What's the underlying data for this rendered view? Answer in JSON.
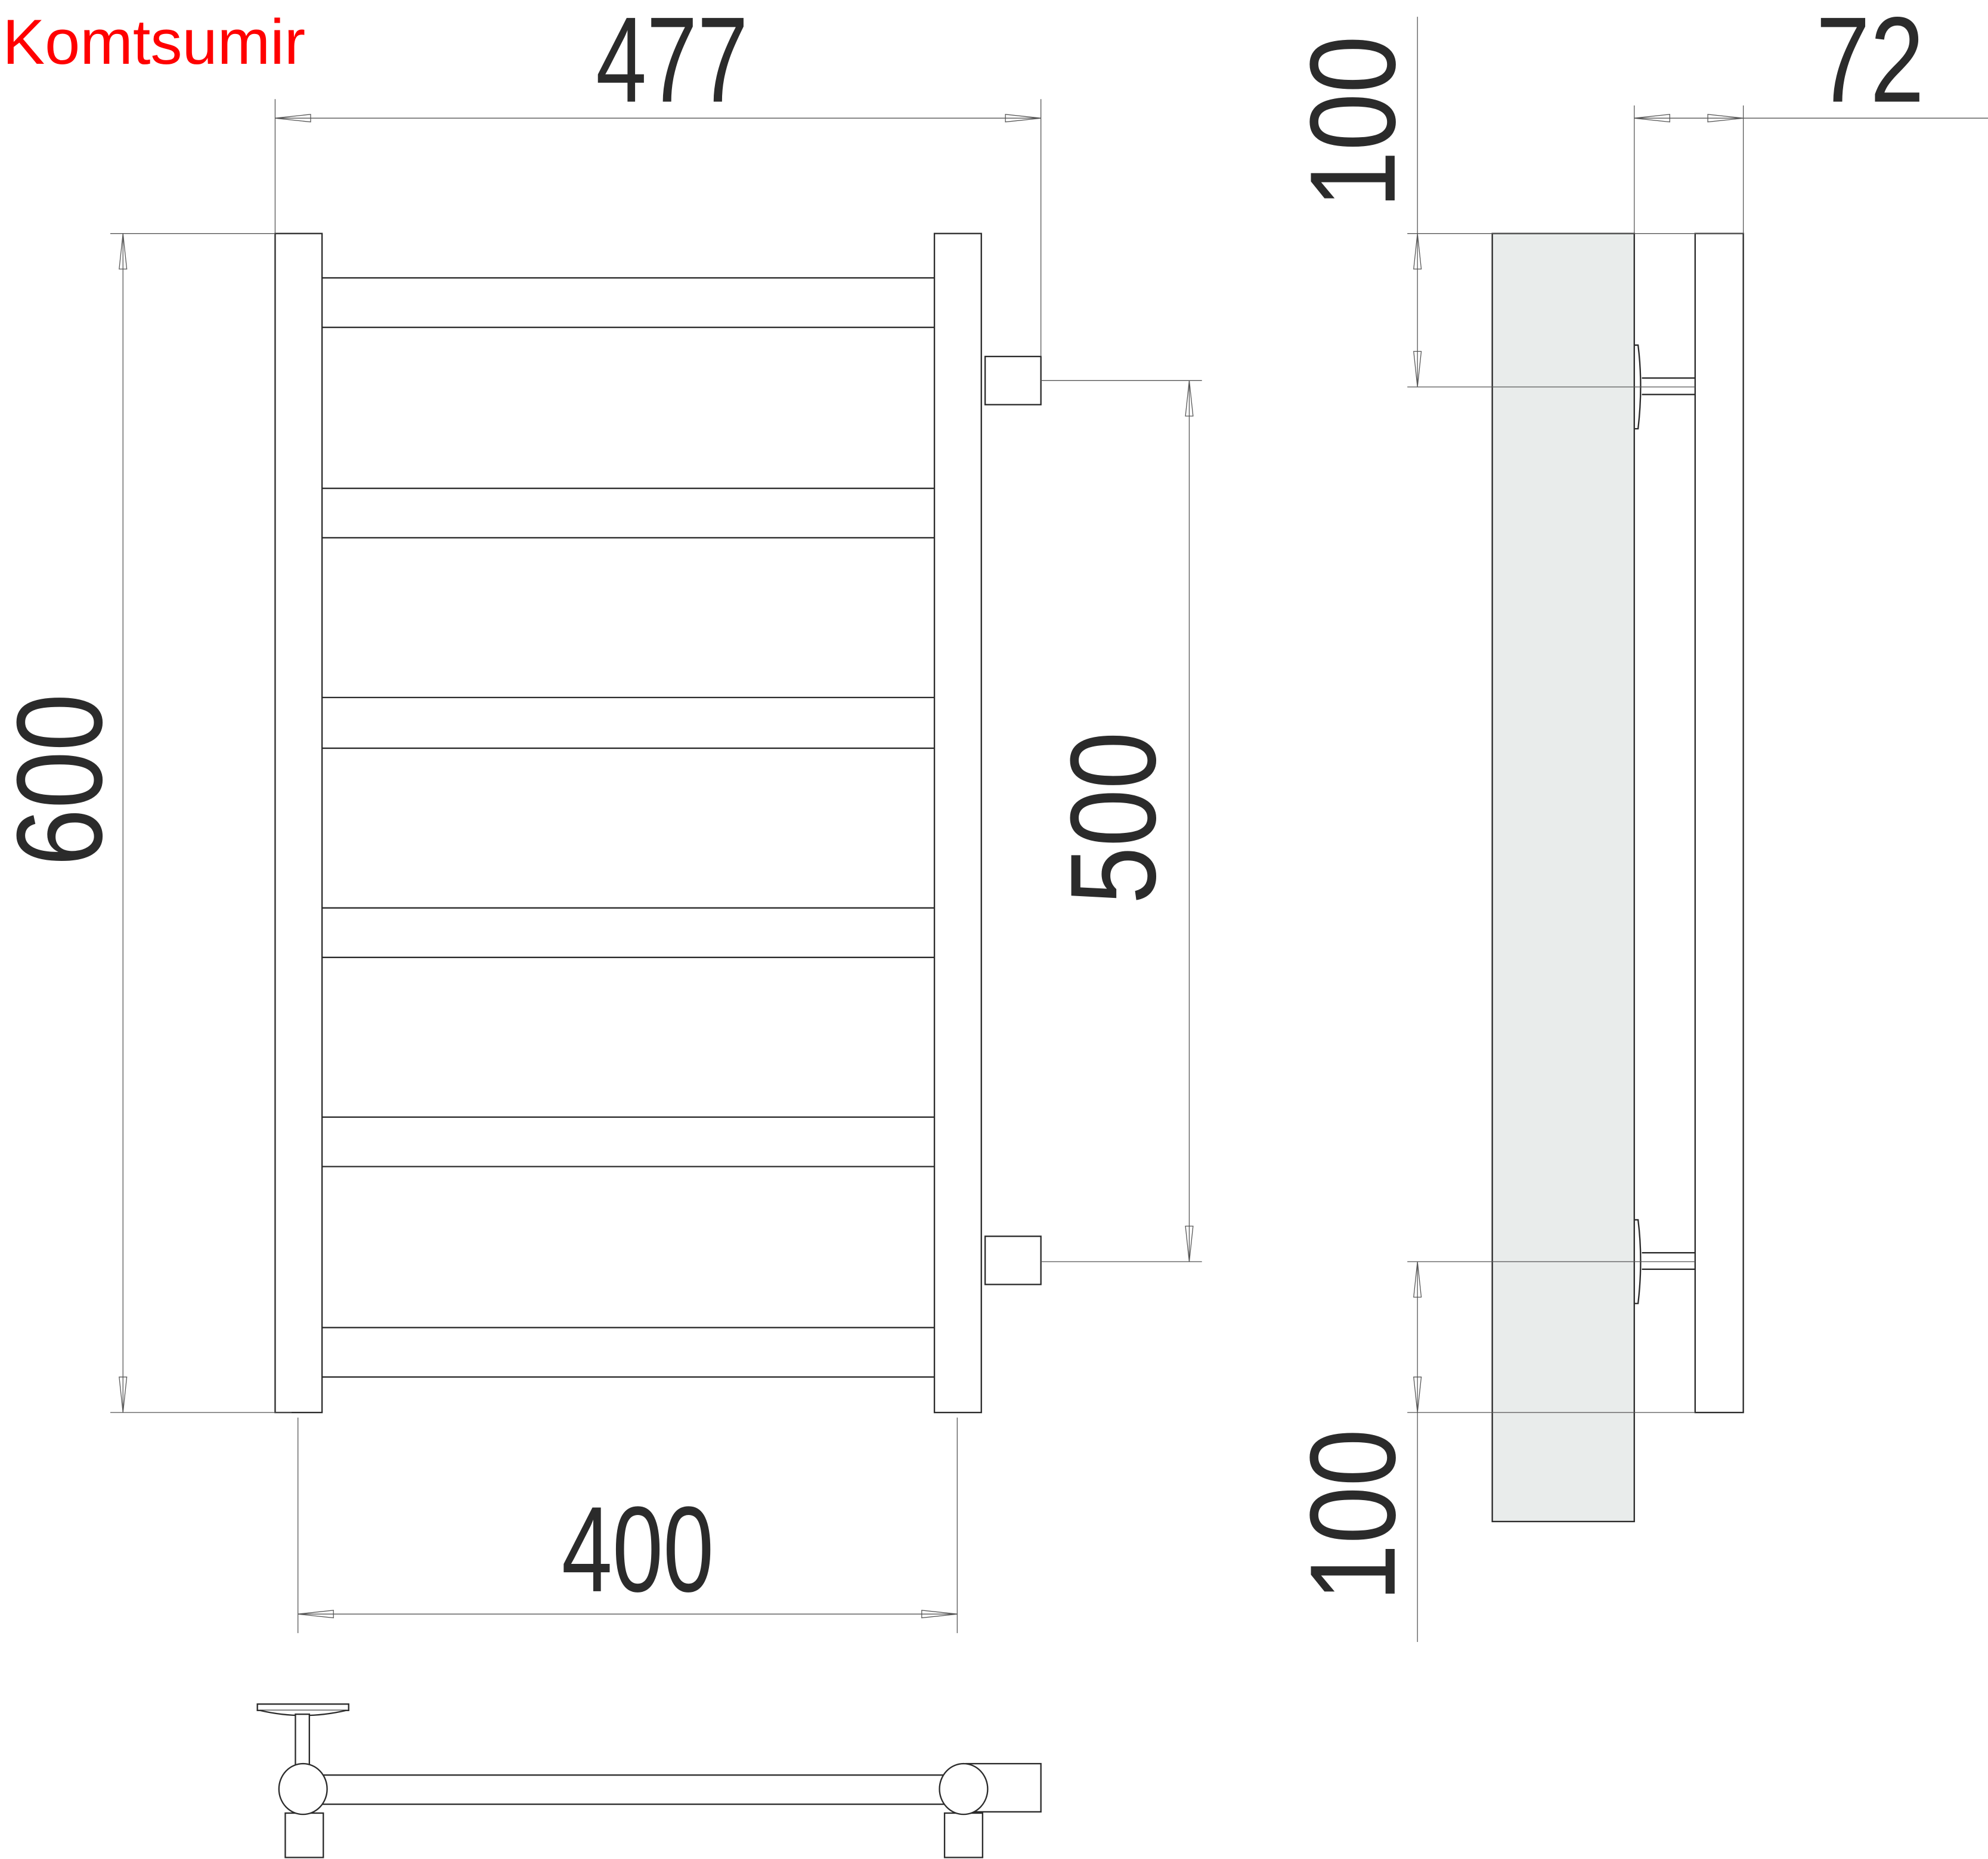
{
  "brand": {
    "name": "Komtsumir",
    "color": "#ff0000"
  },
  "dimensions": {
    "overall_width": "477",
    "height": "600",
    "center_distance": "500",
    "post_spacing": "400",
    "depth": "72",
    "top_offset": "100",
    "bottom_offset": "100"
  },
  "colors": {
    "line": "#2b2b2b",
    "wall": "#e9eceb"
  }
}
